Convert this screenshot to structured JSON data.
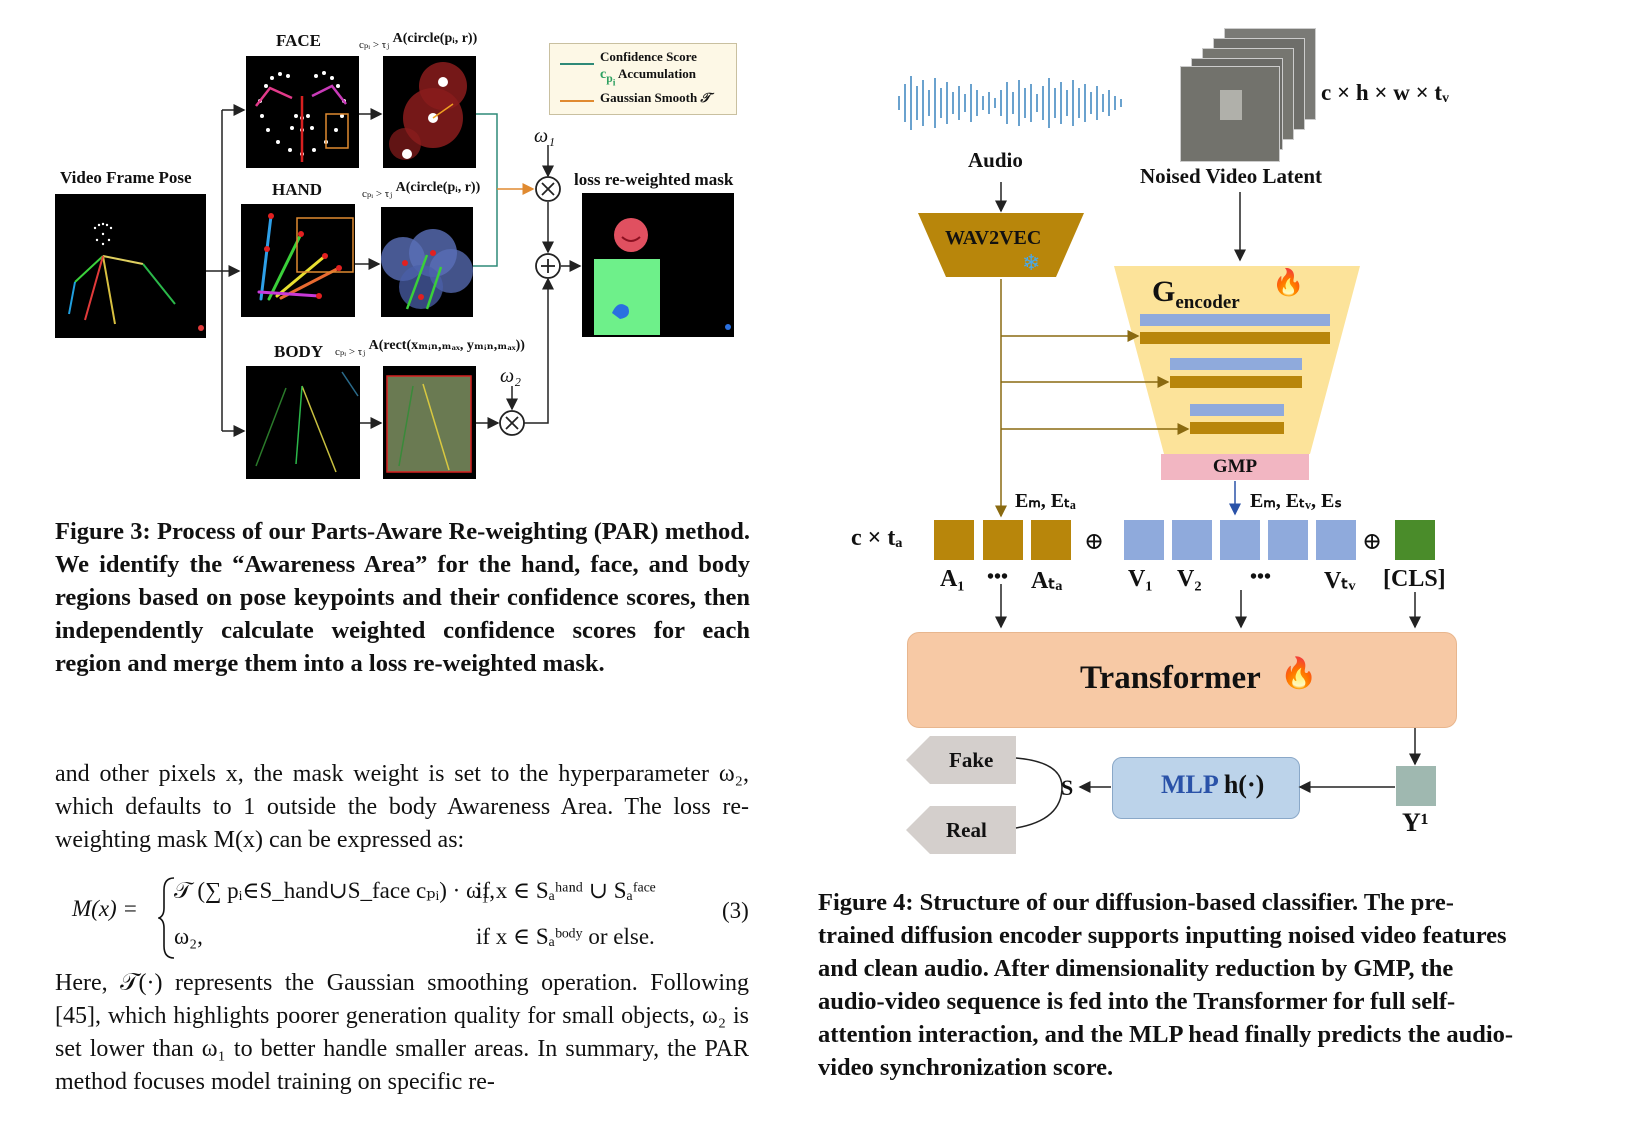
{
  "figure3": {
    "input_label": "Video Frame Pose",
    "face_label": "FACE",
    "hand_label": "HAND",
    "body_label": "BODY",
    "face_formula": "A(circle(pᵢ, r))",
    "hand_formula": "A(circle(pᵢ, r))",
    "body_formula": "A(rect(xₘᵢₙ,ₘₐₓ, yₘᵢₙ,ₘₐₓ))",
    "union_sub": "cₚᵢ > τⱼ",
    "legend": {
      "confidence": "Confidence Score",
      "accumulation": "Accumulation",
      "gaussian": "Gaussian Smooth",
      "gaussian_symbol": "𝒯"
    },
    "omega1": "ω₁",
    "omega2": "ω₂",
    "mask_label": "loss re-weighted mask",
    "caption": "Figure 3: Process of our Parts-Aware Re-weighting (PAR) method. We identify the “Awareness Area” for the hand, face, and body regions based on pose keypoints and their confidence scores, then independently calculate weighted confidence scores for each region and merge them into a loss re-weighted mask."
  },
  "body_text": {
    "para1": "and other pixels x, the mask weight is set to the hyperparameter ω₂, which defaults to 1 outside the body Awareness Area. The loss re-weighting mask M(x) can be expressed as:",
    "equation_lhs": "M(x) =",
    "eq_case1": "𝒯 (∑ pᵢ∈S_hand∪S_face cₚᵢ) · ω₁,",
    "eq_cond1": "if x ∈ Sₐʰᵃⁿᵈ ∪ Sₐᶠᵃᶜᵉ",
    "eq_case2": "ω₂,",
    "eq_cond2": "if x ∈ Sₐᵇᵒᵈʸ or else.",
    "eq_number": "(3)",
    "para2": "Here, 𝒯(·) represents the Gaussian smoothing operation. Following [45], which highlights poorer generation quality for small objects, ω₂ is set lower than ω₁ to better handle smaller areas. In summary, the PAR method focuses model training on specific re-"
  },
  "figure4": {
    "audio_label": "Audio",
    "latent_label": "Noised Video Latent",
    "latent_dims": "c × h × w × tᵥ",
    "wav2vec": "WAV2VEC",
    "encoder": "G",
    "encoder_sub": "encoder",
    "gmp": "GMP",
    "em_ea": "Eₘ, Eₜₐ",
    "em_etv_es": "Eₘ, Eₜᵥ, Eₛ",
    "c_ta": "c × tₐ",
    "tokens_a": [
      "A₁",
      "•••",
      "Aₜₐ"
    ],
    "tokens_v": [
      "V₁",
      "V₂",
      "•••",
      "Vₜᵥ"
    ],
    "cls": "[CLS]",
    "transformer": "Transformer",
    "mlp": "MLP",
    "mlp_fn": "h(·)",
    "y1": "Y¹",
    "s": "S",
    "fake": "Fake",
    "real": "Real",
    "caption": "Figure 4: Structure of our diffusion-based classifier. The pre-trained diffusion encoder supports inputting noised video features and clean audio. After dimensionality reduction by GMP, the audio-video sequence is fed into the Transformer for full self-attention interaction, and the MLP head finally predicts the audio-video synchronization score.",
    "colors": {
      "audio_token": "#b8860b",
      "video_token": "#8faadc",
      "cls_token": "#4a8c2a",
      "transformer": "#f7c9a5",
      "encoder": "#fce39a",
      "gmp": "#f2b6c2",
      "mlp": "#bcd3ea",
      "y1": "#9fb8b0",
      "out_arrow": "#d4cfcc"
    }
  }
}
